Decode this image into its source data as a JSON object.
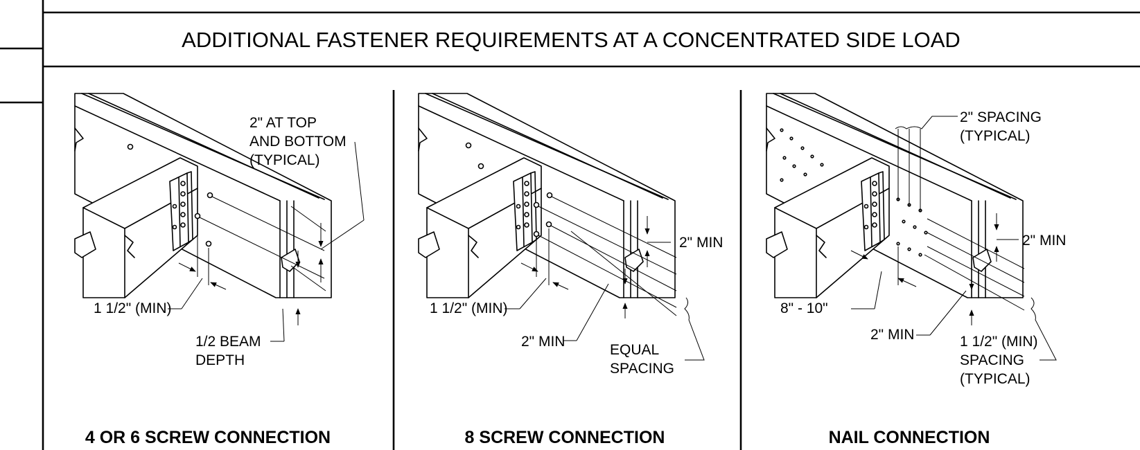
{
  "title": "ADDITIONAL FASTENER REQUIREMENTS AT A CONCENTRATED SIDE LOAD",
  "panels": [
    {
      "caption": "4 OR 6 SCREW CONNECTION",
      "labels": {
        "top_bottom_1": "2\" AT TOP",
        "top_bottom_2": "AND BOTTOM",
        "top_bottom_3": "(TYPICAL)",
        "edge_min": "1 1/2\" (MIN)",
        "half_depth_1": "1/2 BEAM",
        "half_depth_2": "DEPTH"
      }
    },
    {
      "caption": "8 SCREW CONNECTION",
      "labels": {
        "top_min": "2\" MIN",
        "edge_min": "1 1/2\" (MIN)",
        "bottom_min": "2\" MIN",
        "equal_1": "EQUAL",
        "equal_2": "SPACING"
      }
    },
    {
      "caption": "NAIL CONNECTION",
      "labels": {
        "spacing_1": "2\" SPACING",
        "spacing_2": "(TYPICAL)",
        "top_min": "2\" MIN",
        "edge_range": "8\" - 10\"",
        "bottom_min": "2\" MIN",
        "min_spacing_1": "1 1/2\" (MIN)",
        "min_spacing_2": "SPACING",
        "min_spacing_3": "(TYPICAL)"
      }
    }
  ]
}
